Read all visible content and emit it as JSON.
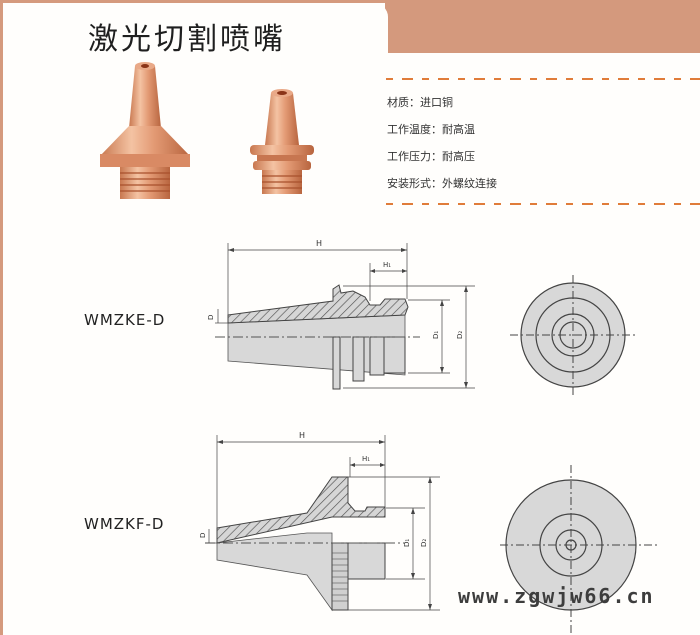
{
  "header": {
    "title": "激光切割喷嘴",
    "accent_color": "#d4997d",
    "dash_color": "#e07c3a"
  },
  "specs": [
    {
      "label": "材质：进口铜"
    },
    {
      "label": "工作温度：耐高温"
    },
    {
      "label": "工作压力：耐高压"
    },
    {
      "label": "安装形式：外螺纹连接"
    }
  ],
  "photos": [
    {
      "name": "nozzle-photo-tall-flange"
    },
    {
      "name": "nozzle-photo-short"
    }
  ],
  "drawings": [
    {
      "model": "WMZKE-D",
      "dims": {
        "H": "H",
        "H1": "H₁",
        "D": "D",
        "D1": "D₁",
        "D2": "D₂"
      }
    },
    {
      "model": "WMZKF-D",
      "dims": {
        "H": "H",
        "H1": "H₁",
        "D": "D",
        "D1": "D₁",
        "D2": "D₂"
      }
    }
  ],
  "watermark": "www.zgwjw66.cn"
}
